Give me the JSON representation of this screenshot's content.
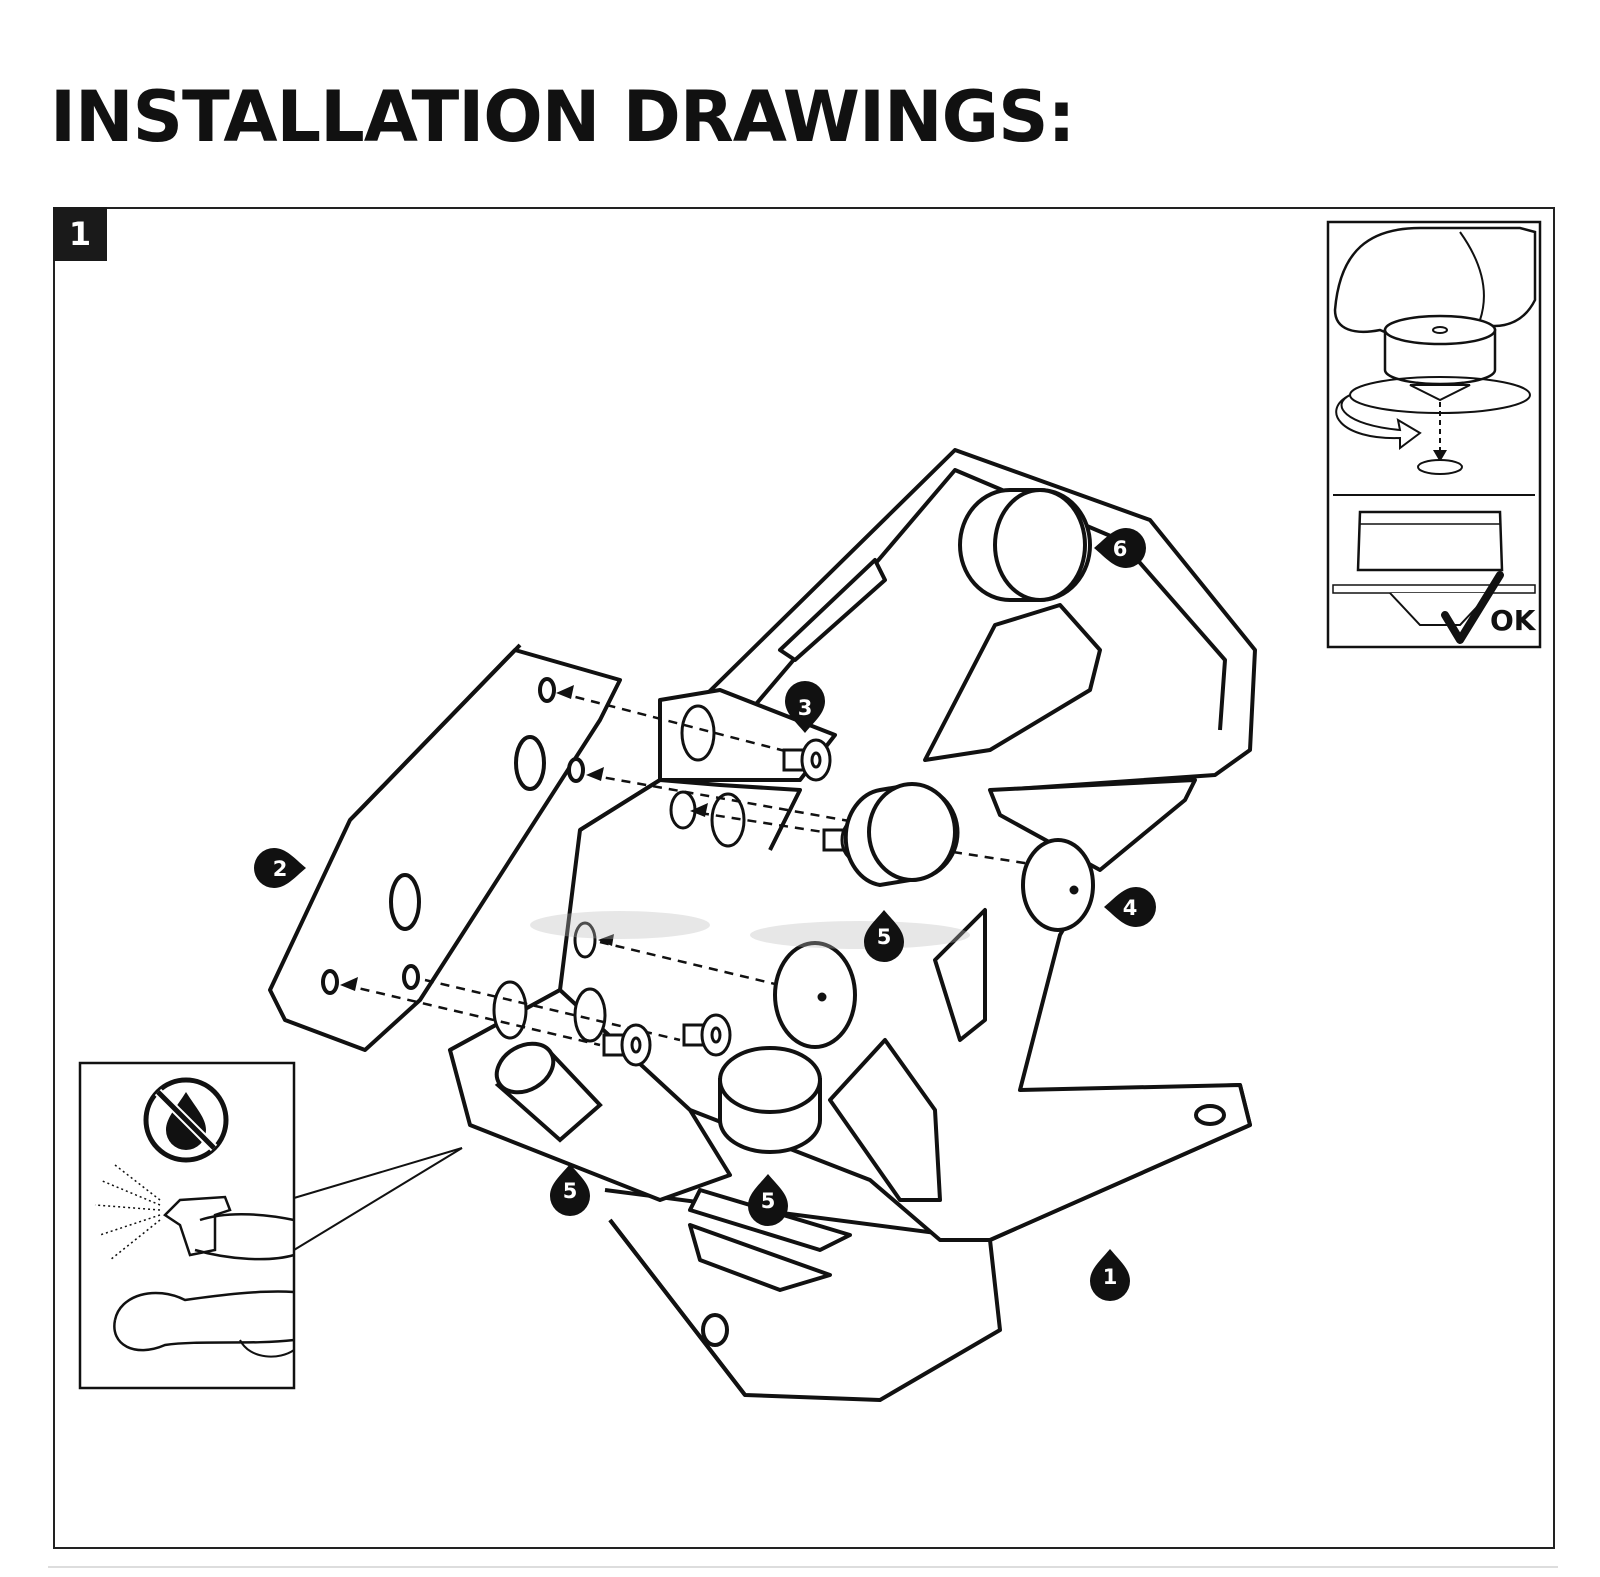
{
  "page": {
    "title": "INSTALLATION DRAWINGS:",
    "step_number": "1"
  },
  "callouts": [
    {
      "id": "c1",
      "label": "1"
    },
    {
      "id": "c2",
      "label": "2"
    },
    {
      "id": "c3",
      "label": "3"
    },
    {
      "id": "c4",
      "label": "4"
    },
    {
      "id": "c5a",
      "label": "5"
    },
    {
      "id": "c5b",
      "label": "5"
    },
    {
      "id": "c5c",
      "label": "5"
    },
    {
      "id": "c6",
      "label": "6"
    }
  ],
  "inset_top_right": {
    "ok_label": "OK"
  },
  "inset_bottom_left": {
    "icon": "no-oil-icon"
  },
  "colors": {
    "ink": "#111111",
    "badge": "#1a1a1a"
  }
}
